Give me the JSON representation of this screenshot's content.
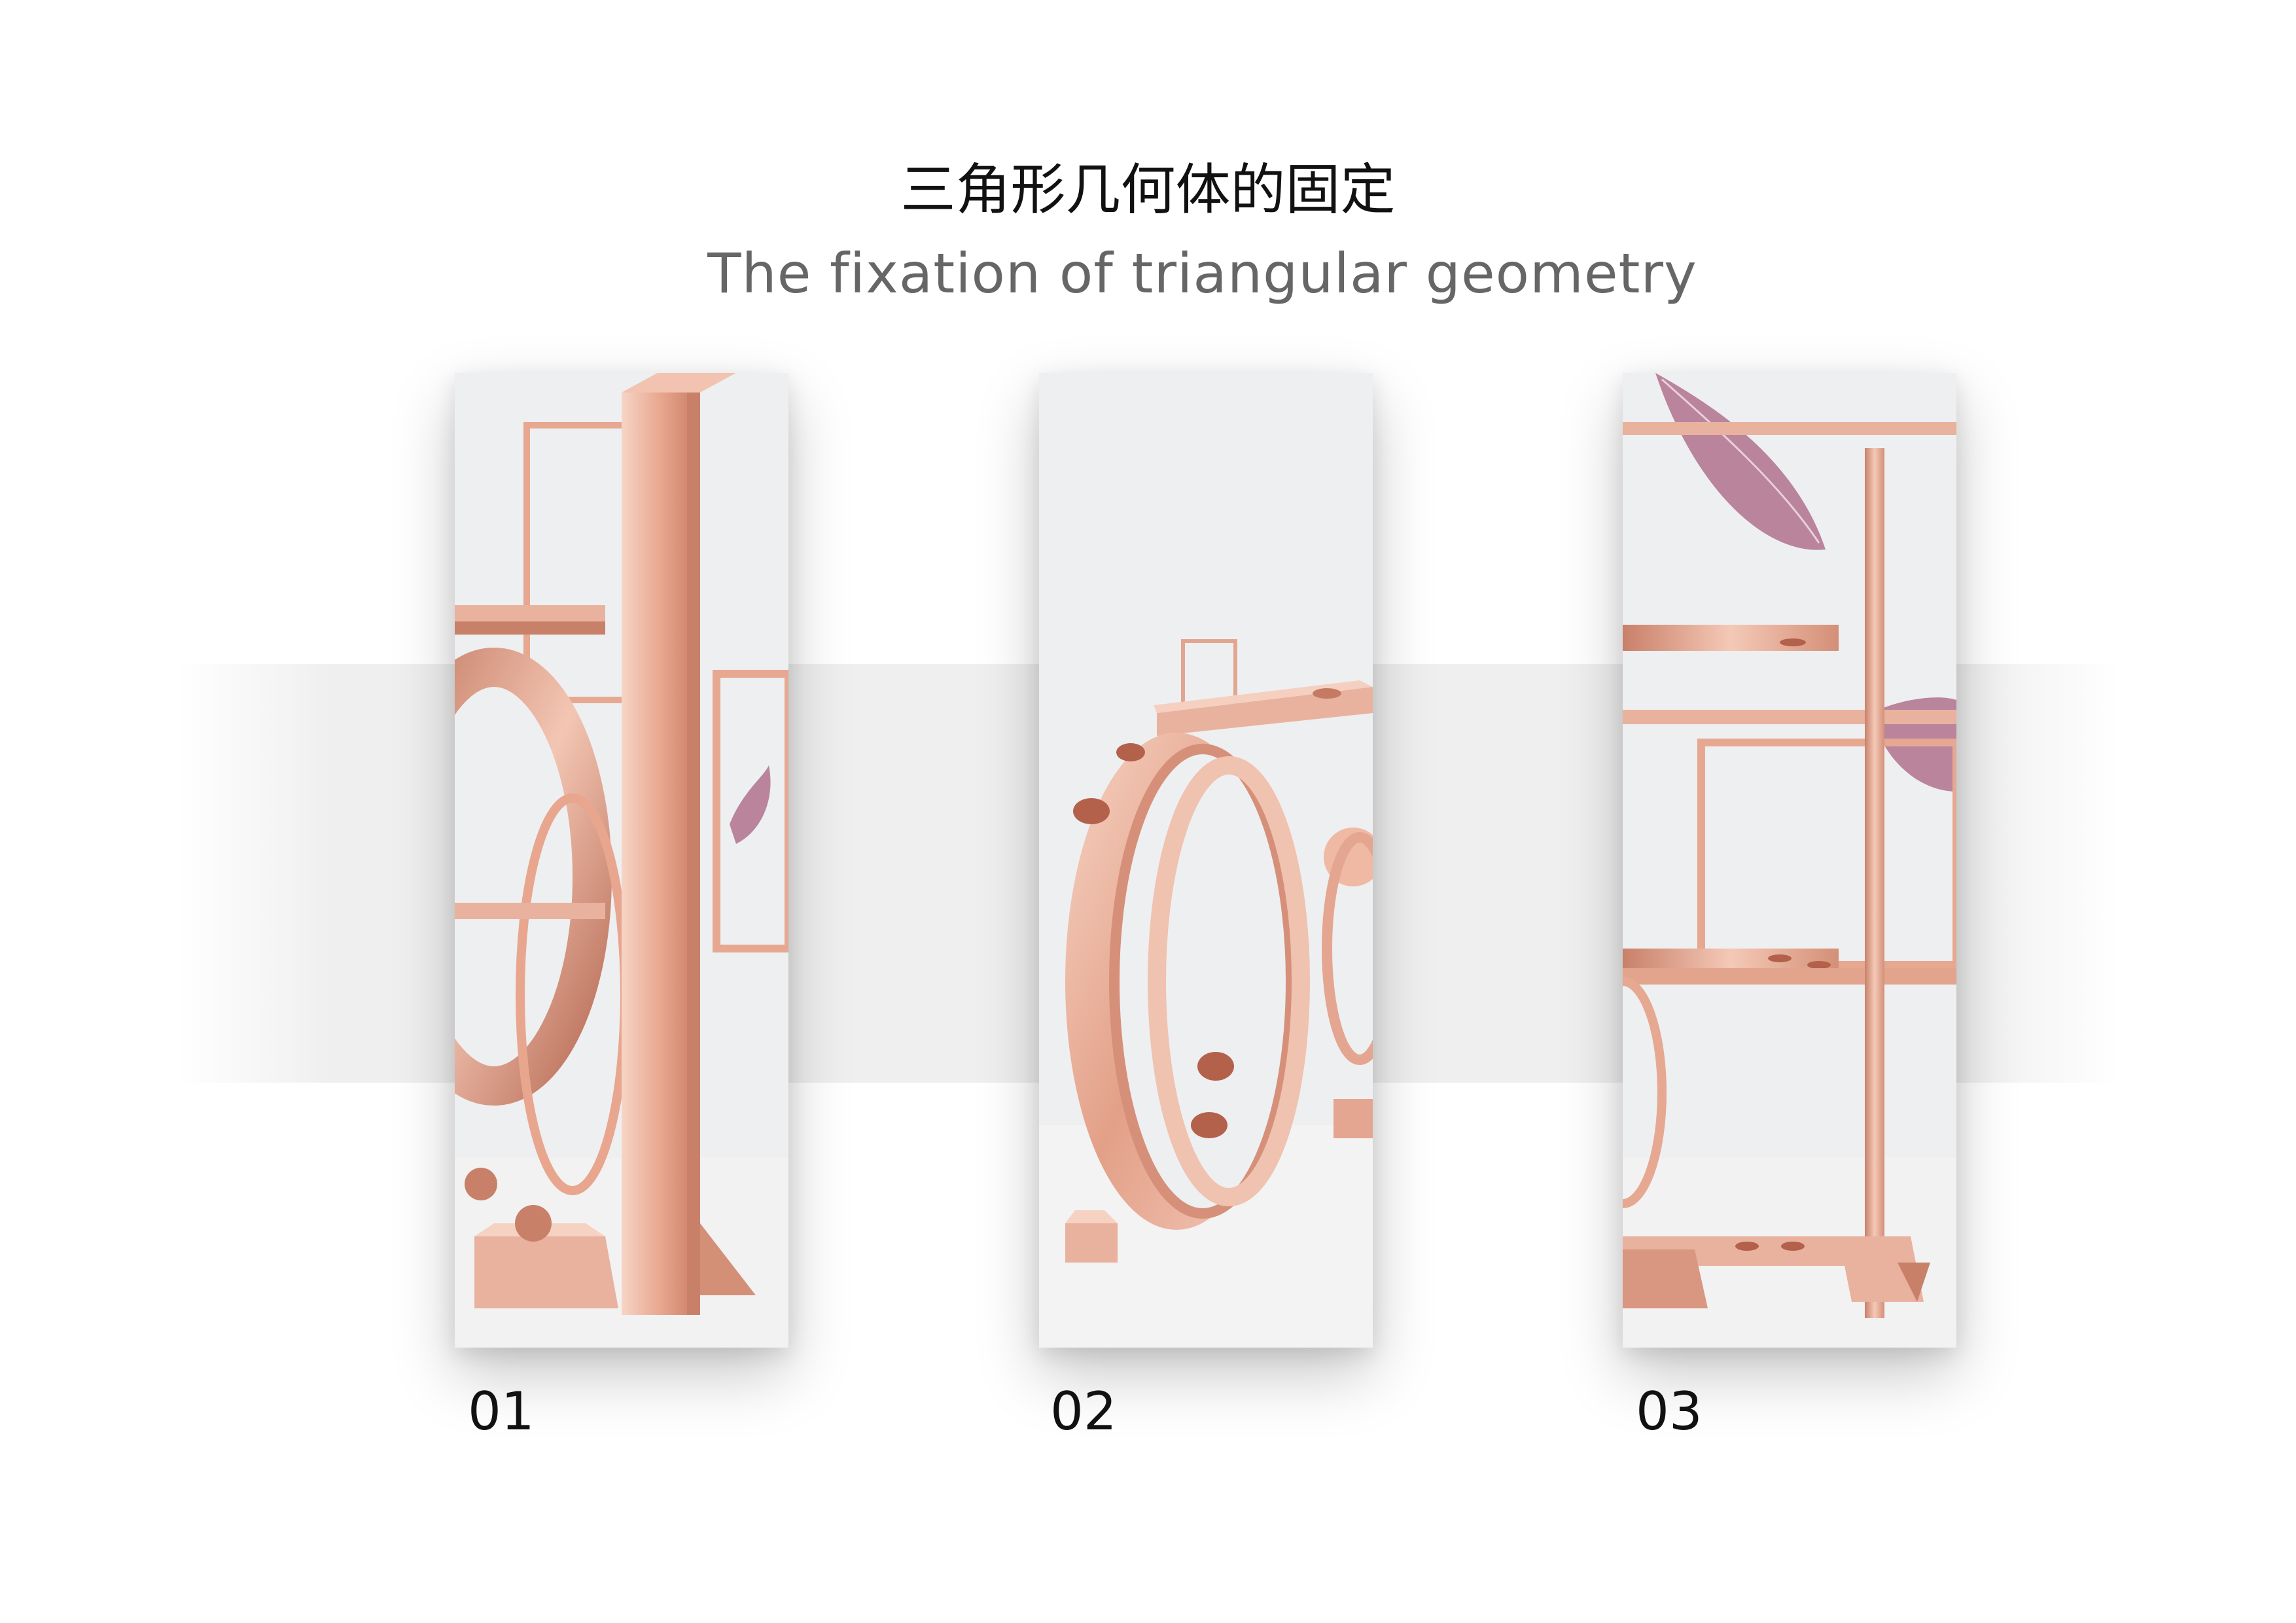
{
  "header": {
    "title_cn": "三角形几何体的固定",
    "title_en": "The fixation of triangular geometry"
  },
  "panels": [
    {
      "number": "01",
      "image": "rose-gold-frame-with-ring-render"
    },
    {
      "number": "02",
      "image": "rose-gold-ring-with-holes-render"
    },
    {
      "number": "03",
      "image": "rose-gold-grid-frame-with-leaves-render"
    }
  ],
  "colors": {
    "background": "#ffffff",
    "band": "#efefef",
    "panel_background": "#eeeff1",
    "metal": "#e9b29e",
    "metal_dark": "#c98069",
    "leaf": "#b9849c",
    "title_cn": "#111111",
    "title_en": "#666666"
  }
}
